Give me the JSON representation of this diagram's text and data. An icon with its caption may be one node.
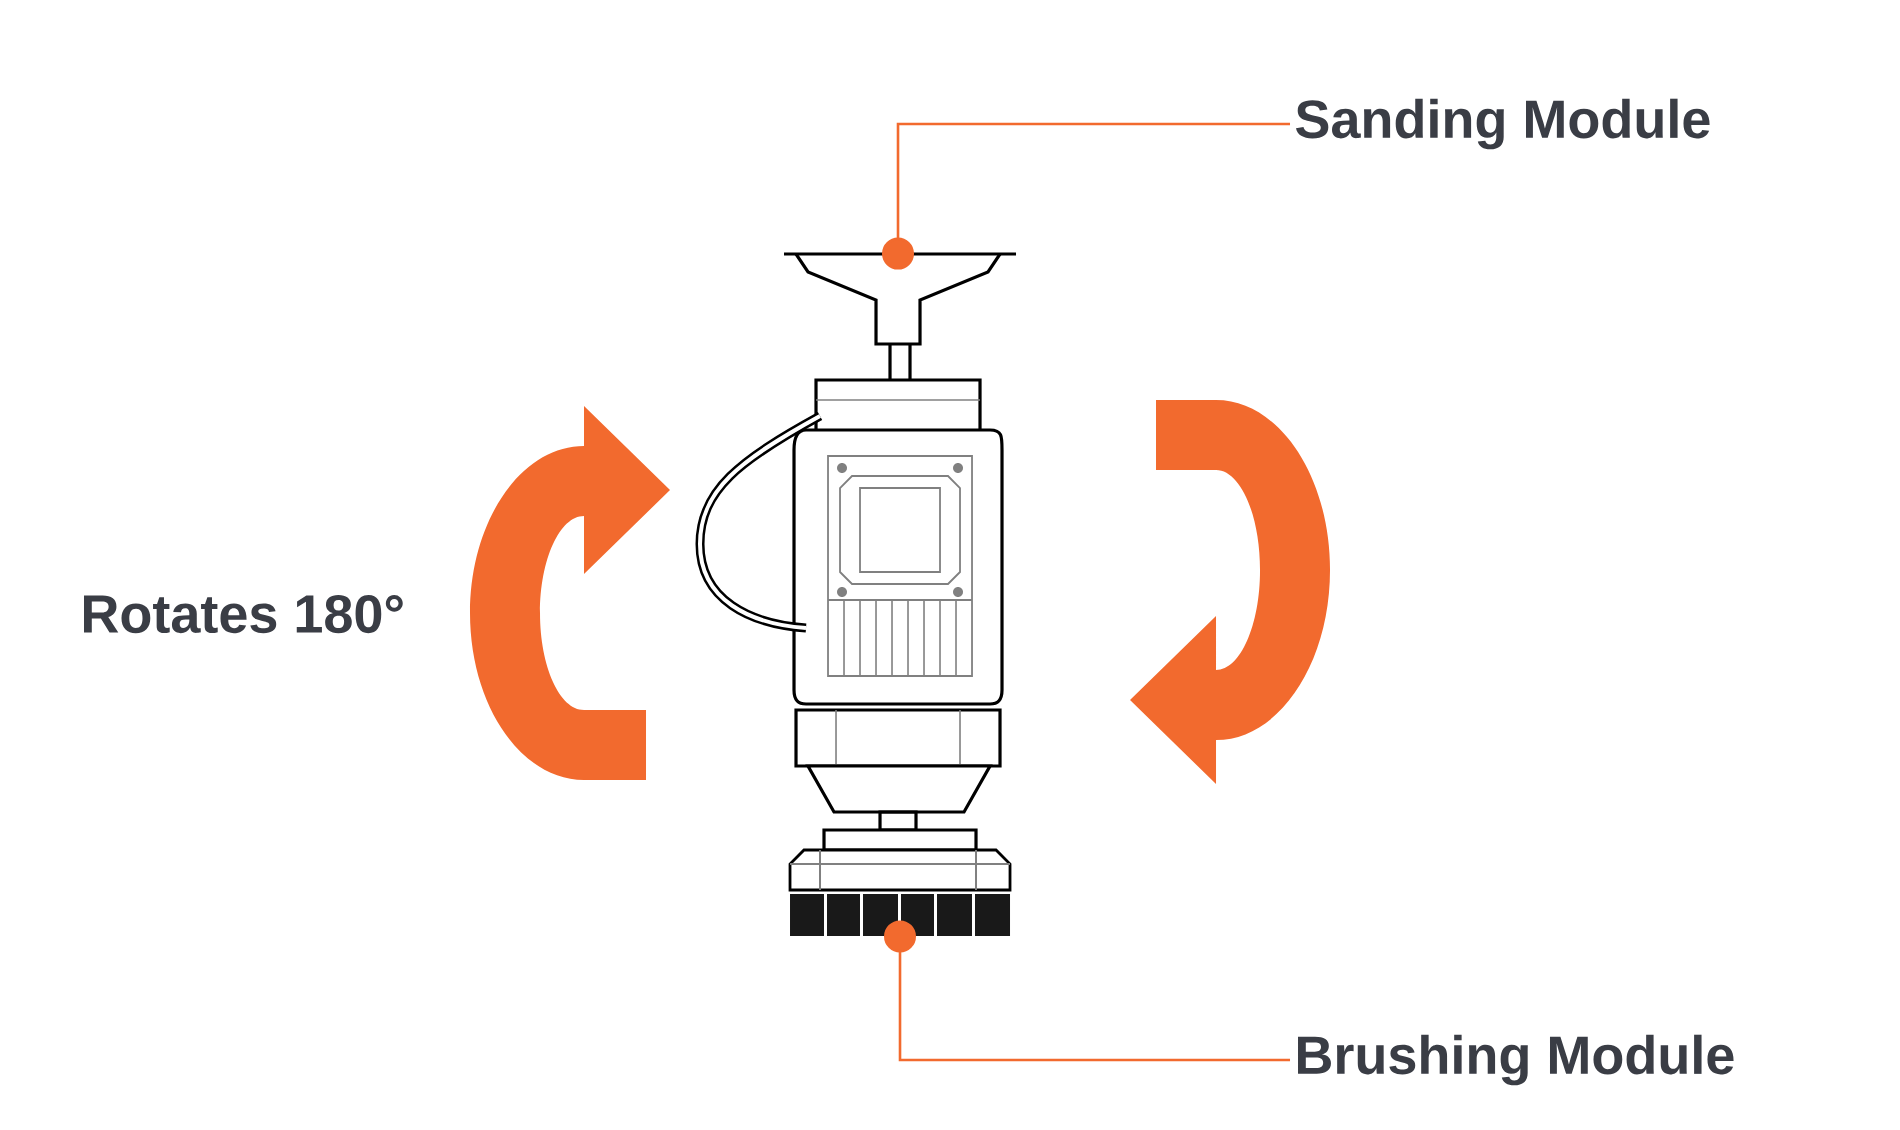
{
  "diagram": {
    "nodes": [
      {
        "text": [
          "Sanding Module"
        ]
      },
      {
        "text": [
          "Brushing Module"
        ]
      },
      {
        "text": [],
        "shape": "picture"
      },
      {
        "text": [],
        "shape": "picture"
      }
    ],
    "edges": [
      {
        "from": 0,
        "to": 2,
        "arrow": "other"
      },
      {
        "from": 1,
        "to": 3,
        "arrow": "other"
      }
    ],
    "labels": [
      "Rotates 180°"
    ]
  }
}
